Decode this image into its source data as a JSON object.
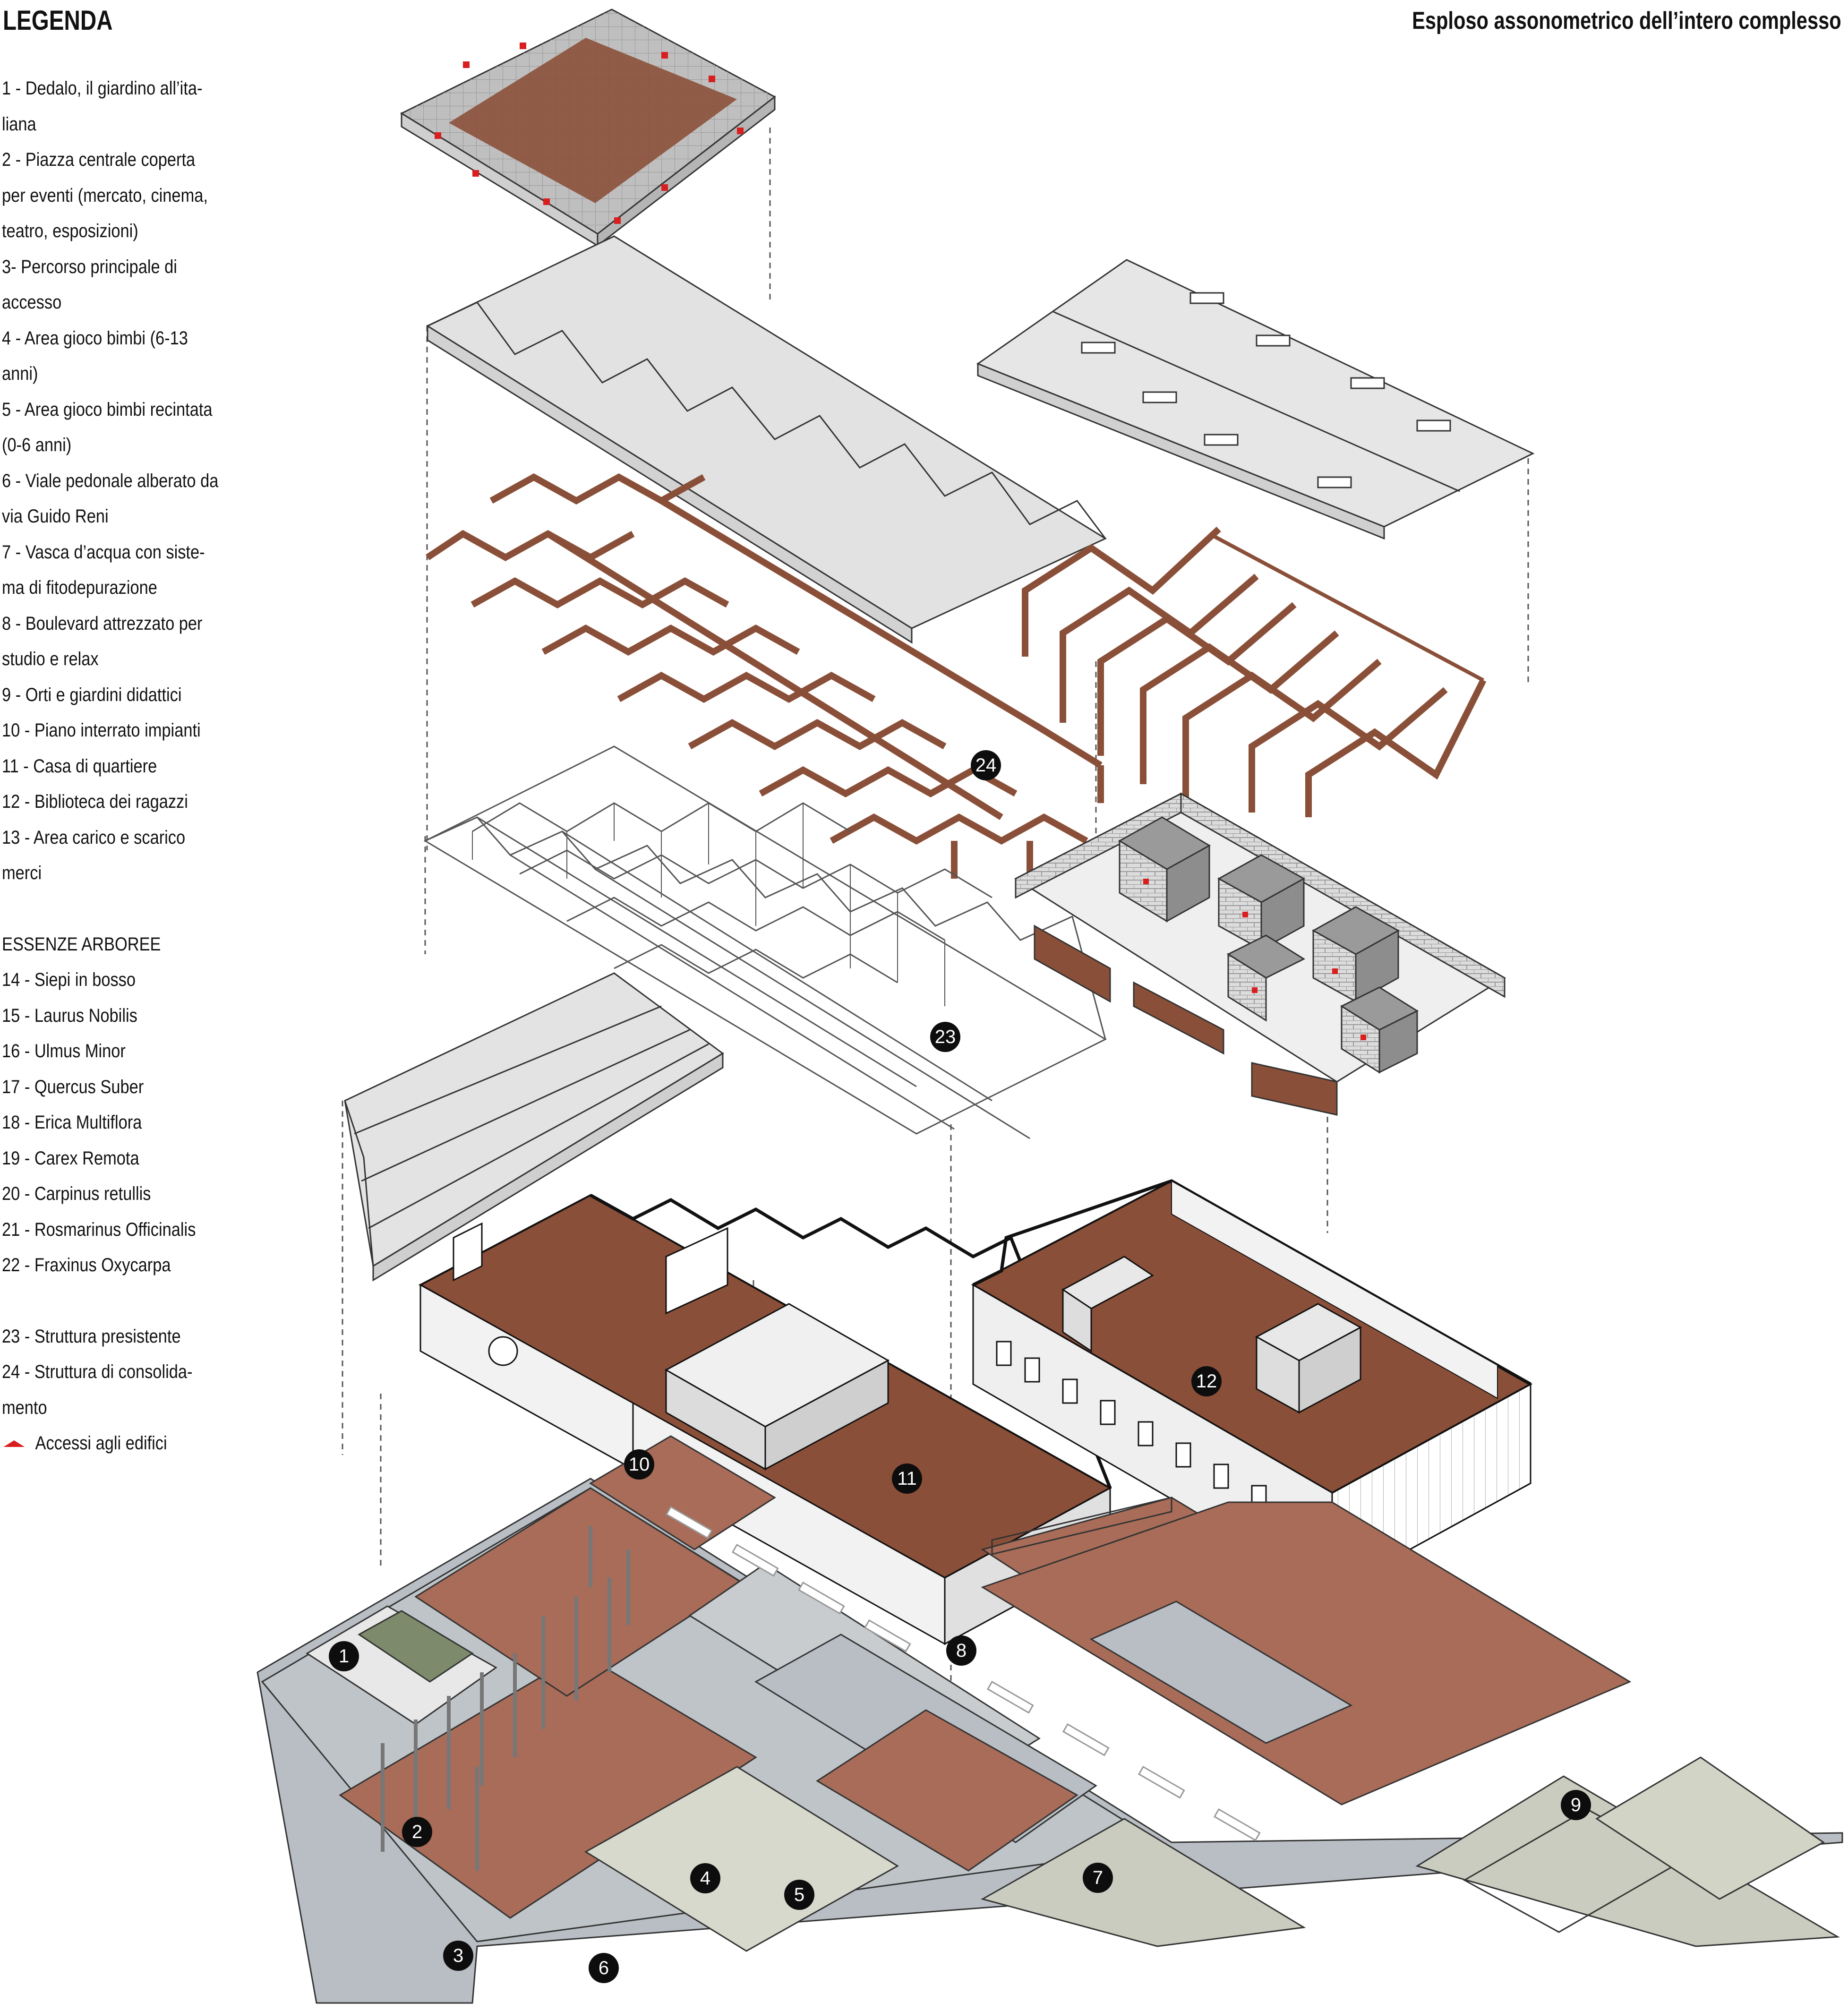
{
  "header": {
    "legend_title": "LEGENDA",
    "diagram_title": "Esploso assonometrico dell’intero complesso"
  },
  "legend": {
    "items": [
      "1 - Dedalo, il giardino all’ita-",
      "liana",
      "2 - Piazza centrale coperta",
      "per eventi (mercato, cinema,",
      "teatro, esposizioni)",
      "3- Percorso principale di",
      "accesso",
      "4 - Area gioco bimbi (6-13",
      "anni)",
      "5 - Area gioco bimbi recintata",
      "(0-6 anni)",
      "6 - Viale pedonale alberato da",
      "via Guido Reni",
      "7 - Vasca d’acqua con siste-",
      "ma di fitodepurazione",
      "8 - Boulevard attrezzato per",
      "studio e relax",
      "9 - Orti e giardini didattici",
      "10 - Piano interrato impianti",
      "11 - Casa di quartiere",
      "12 - Biblioteca dei ragazzi",
      "13 - Area carico e scarico",
      "merci"
    ],
    "trees_title": "ESSENZE ARBOREE",
    "trees": [
      "14 - Siepi in bosso",
      "15 - Laurus Nobilis",
      "16 - Ulmus Minor",
      "17 - Quercus Suber",
      "18 - Erica Multiflora",
      "19 - Carex Remota",
      "20 - Carpinus retullis",
      "21 - Rosmarinus Officinalis",
      "22 - Fraxinus Oxycarpa"
    ],
    "structures": [
      "23 - Struttura presistente",
      "24 - Struttura di consolida-",
      "mento"
    ],
    "access_label": "Accessi agli edifici"
  },
  "markers": [
    "1",
    "2",
    "3",
    "4",
    "5",
    "6",
    "7",
    "8",
    "9",
    "10",
    "11",
    "12",
    "23",
    "24"
  ],
  "colors": {
    "brown": "#8a4f38",
    "site_brown": "#a86c58",
    "ground_grey": "#b8bec4",
    "light_grey": "#e6e6e6",
    "roof_grey": "#d4d4d4",
    "green_hedge": "#7d8a6c",
    "access_red": "#d81e1e"
  }
}
